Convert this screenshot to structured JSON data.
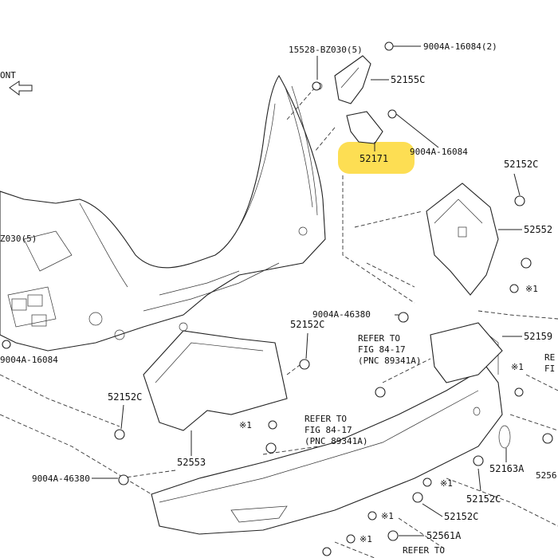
{
  "labels": {
    "front": "ONT",
    "p15528": "15528-BZ030(5)",
    "p9004a_16084_2": "9004A-16084(2)",
    "p52155c": "52155C",
    "p52171": "52171",
    "p9004a_16084": "9004A-16084",
    "p52152c": "52152C",
    "p52552": "52552",
    "pz030": "Z030(5)",
    "star1": "※1",
    "p9004a_46380": "9004A-46380",
    "p52159": "52159",
    "refer_to": "REFER TO",
    "fig_84_17": "FIG 84-17",
    "pnc_89341a": "(PNC 89341A)",
    "p52553": "52553",
    "p52163a": "52163A",
    "p5256": "5256",
    "p52561a": "52561A",
    "re_right": "RE",
    "fi_right": "FI"
  },
  "colors": {
    "highlight": "#FDD835",
    "line": "#222222"
  }
}
